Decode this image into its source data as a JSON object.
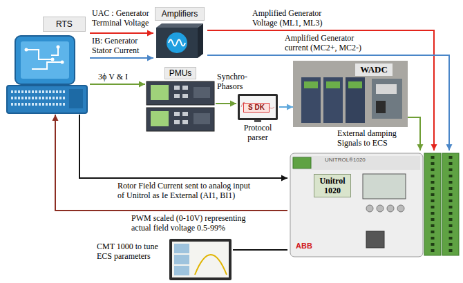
{
  "diagram": {
    "nodes": [
      {
        "text": [
          "RTS"
        ]
      },
      {
        "text": [
          "Amplifiers"
        ]
      },
      {
        "text": [
          "PMUs"
        ]
      },
      {
        "text": [
          "S DK",
          "Protocol parser"
        ]
      },
      {
        "text": [
          "WADC"
        ]
      },
      {
        "text": [
          "Unitrol 1020"
        ]
      },
      {
        "text": [
          "CMT 1000 to tune ECS parameters"
        ]
      }
    ],
    "edges": [
      {
        "from": 0,
        "to": 1,
        "arrow": "to",
        "label": "UAC : Generator Terminal Voltage"
      },
      {
        "from": 0,
        "to": 1,
        "arrow": "to",
        "label": "IB: Generator Stator Current"
      },
      {
        "from": 1,
        "to": 5,
        "arrow": "to",
        "label": "Amplified Generator Voltage (ML1, ML3)"
      },
      {
        "from": 1,
        "to": 5,
        "arrow": "to",
        "label": "Amplified Generator current (MC2+, MC2-)"
      },
      {
        "from": 0,
        "to": 2,
        "arrow": "to",
        "label": "3ϕ V & I"
      },
      {
        "from": 2,
        "to": 3,
        "arrow": "to",
        "label": "Synchro- Phasors"
      },
      {
        "from": 3,
        "to": 4,
        "arrow": "to"
      },
      {
        "from": 4,
        "to": 5,
        "arrow": "to",
        "label": "External damping Signals to ECS"
      },
      {
        "from": 0,
        "to": 5,
        "arrow": "to",
        "label": "Rotor Field Current sent to analog input of Unitrol as Ie External (AI1, BI1)"
      },
      {
        "from": 5,
        "to": 0,
        "arrow": "to",
        "label": "PWM scaled (0-10V) representing actual field voltage 0.5-99%"
      },
      {
        "from": 6,
        "to": 5,
        "arrow": "none"
      }
    ],
    "labels": [
      "UNITROL®1020",
      "ABB"
    ]
  }
}
